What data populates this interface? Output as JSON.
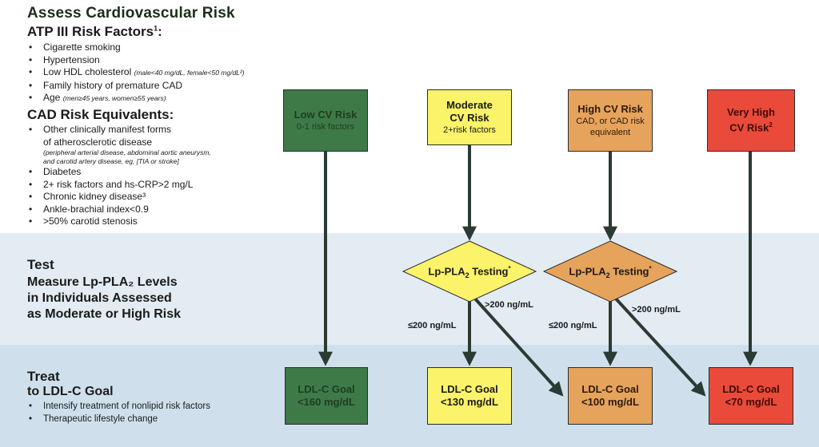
{
  "assess": {
    "title": "Assess Cardiovascular Risk",
    "atp": {
      "title": "ATP III Risk Factors",
      "title_sup": "1",
      "title_suffix": ":",
      "items": [
        {
          "text": "Cigarette smoking"
        },
        {
          "text": "Hypertension"
        },
        {
          "text": "Low HDL cholesterol ",
          "small": "(male<40 mg/dL, female<50 mg/dL²)"
        },
        {
          "text": "Family history of premature CAD"
        },
        {
          "text": "Age ",
          "small": "(men≥45 years, women≥55 years)"
        }
      ]
    },
    "cad": {
      "title": "CAD Risk Equivalents:",
      "item1_line1": "Other clinically manifest forms",
      "item1_line2": "of atherosclerotic disease",
      "item1_note1": "(peripheral arterial disease, abdominal aortic aneurysm,",
      "item1_note2": "and carotid artery disease, eg, [TIA or stroke]",
      "items": [
        "Diabetes",
        "2+ risk factors and hs-CRP>2 mg/L",
        "Chronic kidney disease³",
        "Ankle-brachial index<0.9",
        ">50% carotid stenosis"
      ]
    }
  },
  "test": {
    "title": "Test",
    "line1": "Measure Lp-PLA₂ Levels",
    "line2": "in Individuals Assessed",
    "line3": "as Moderate or High Risk"
  },
  "treat": {
    "title": "Treat",
    "subtitle": "to LDL-C Goal",
    "items": [
      "Intensify treatment of nonlipid risk factors",
      "Therapeutic lifestyle change"
    ]
  },
  "risk_boxes": {
    "low": {
      "title": "Low CV Risk",
      "sub": "0-1 risk factors"
    },
    "moderate": {
      "title_line1": "Moderate",
      "title_line2": "CV Risk",
      "sub": "2+risk factors"
    },
    "high": {
      "title": "High CV Risk",
      "sub_line1": "CAD, or CAD risk",
      "sub_line2": "equivalent"
    },
    "very_high": {
      "title_line1": "Very High",
      "title_line2": "CV Risk",
      "title_sup": "2"
    }
  },
  "testing": {
    "label_prefix": "Lp-PLA",
    "label_sub": "2",
    "label_suffix": " Testing",
    "label_sup": "*",
    "high_label": ">200 ng/mL",
    "low_label": "≤200 ng/mL"
  },
  "goals": {
    "low": {
      "line1": "LDL-C Goal",
      "line2": "<160 mg/dL"
    },
    "moderate": {
      "line1": "LDL-C Goal",
      "line2": "<130 mg/dL"
    },
    "high": {
      "line1": "LDL-C Goal",
      "line2": "<100 mg/dL"
    },
    "very_high": {
      "line1": "LDL-C Goal",
      "line2": "<70 mg/dL"
    }
  },
  "colors": {
    "low": "#3d7a47",
    "moderate": "#fbf36a",
    "high": "#e6a35c",
    "very_high": "#e94a3a",
    "arrow": "#2b3a33"
  }
}
